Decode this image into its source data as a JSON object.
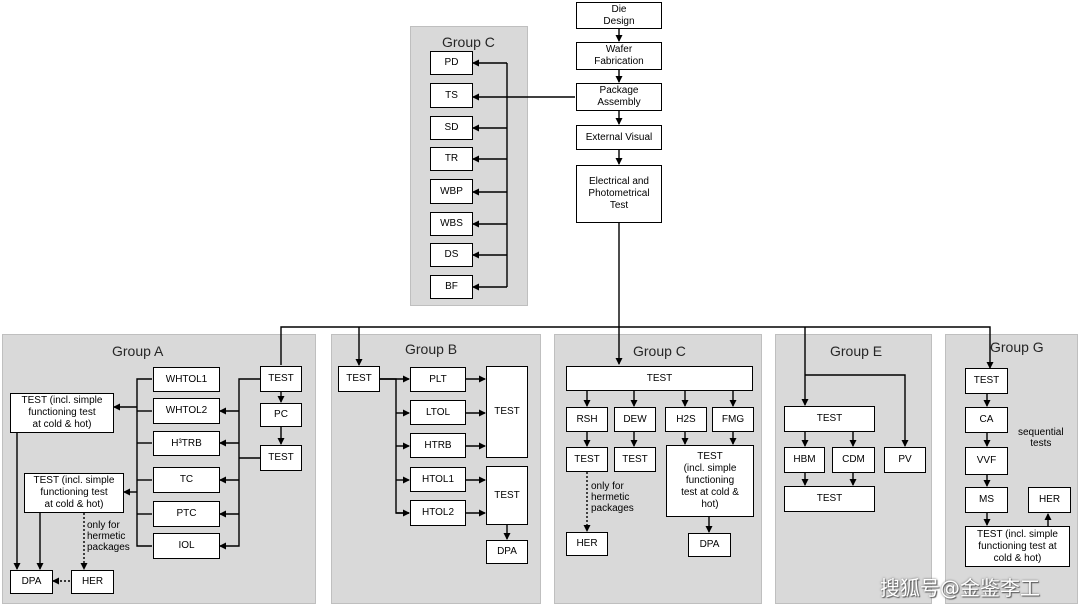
{
  "colors": {
    "panel_fill": "#d9d9d9",
    "line": "#000000"
  },
  "flow": {
    "die_design": "Die\nDesign",
    "wafer_fabrication": "Wafer\nFabrication",
    "package_assembly": "Package\nAssembly",
    "external_visual": "External Visual",
    "electrical_photometrical": "Electrical and\nPhotometrical\nTest"
  },
  "group_c_top": {
    "title": "Group C",
    "items": [
      "PD",
      "TS",
      "SD",
      "TR",
      "WBP",
      "WBS",
      "DS",
      "BF"
    ]
  },
  "group_a": {
    "title": "Group A",
    "test_1": "TEST",
    "pc": "PC",
    "test_2": "TEST",
    "whtol1": "WHTOL1",
    "whtol2": "WHTOL2",
    "h3trb": "H³TRB",
    "tc": "TC",
    "ptc": "PTC",
    "iol": "IOL",
    "test_simple_1": "TEST (incl. simple\nfunctioning test\nat cold & hot)",
    "test_simple_2": "TEST (incl. simple\nfunctioning test\nat cold & hot)",
    "note": "only for\nhermetic\npackages",
    "dpa": "DPA",
    "her": "HER"
  },
  "group_b": {
    "title": "Group B",
    "test_in": "TEST",
    "plt": "PLT",
    "ltol": "LTOL",
    "htrb": "HTRB",
    "htol1": "HTOL1",
    "htol2": "HTOL2",
    "test_1": "TEST",
    "test_2": "TEST",
    "dpa": "DPA"
  },
  "group_c_bottom": {
    "title": "Group C",
    "test_top": "TEST",
    "rsh": "RSH",
    "dew": "DEW",
    "h2s": "H2S",
    "fmg": "FMG",
    "test_rsh": "TEST",
    "test_dew": "TEST",
    "test_simple": "TEST\n(incl. simple\nfunctioning\ntest at cold &\nhot)",
    "note": "only for\nhermetic\npackages",
    "her": "HER",
    "dpa": "DPA"
  },
  "group_e": {
    "title": "Group E",
    "test_top": "TEST",
    "hbm": "HBM",
    "cdm": "CDM",
    "pv": "PV",
    "test_bottom": "TEST"
  },
  "group_g": {
    "title": "Group G",
    "test_top": "TEST",
    "ca": "CA",
    "vvf": "VVF",
    "ms": "MS",
    "her": "HER",
    "note": "sequential\ntests",
    "test_simple": "TEST (incl. simple\nfunctioning test at\ncold & hot)"
  },
  "watermark": "搜狐号@金鉴李工"
}
